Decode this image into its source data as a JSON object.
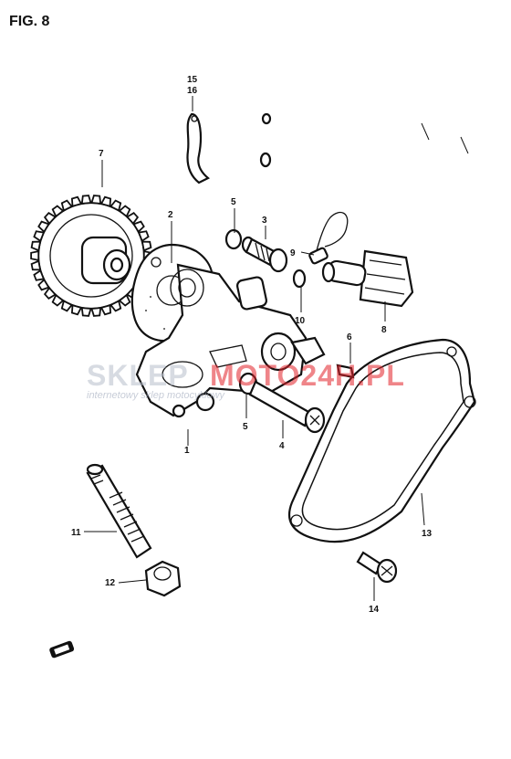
{
  "figure": {
    "title": "FIG. 8"
  },
  "watermark": {
    "brand_left": "SKLEP",
    "brand_right": "MOTO24H.PL",
    "tagline": "internetowy sklep motocyklowy",
    "colors": {
      "gray": "#b8bfcc",
      "red": "#e2222a"
    }
  },
  "callouts": [
    {
      "id": "1",
      "label": "1"
    },
    {
      "id": "2",
      "label": "2"
    },
    {
      "id": "3",
      "label": "3"
    },
    {
      "id": "4",
      "label": "4"
    },
    {
      "id": "5a",
      "label": "5"
    },
    {
      "id": "5b",
      "label": "5"
    },
    {
      "id": "6",
      "label": "6"
    },
    {
      "id": "7",
      "label": "7"
    },
    {
      "id": "8",
      "label": "8"
    },
    {
      "id": "9",
      "label": "9"
    },
    {
      "id": "10",
      "label": "10"
    },
    {
      "id": "11",
      "label": "11"
    },
    {
      "id": "12",
      "label": "12"
    },
    {
      "id": "13",
      "label": "13"
    },
    {
      "id": "14",
      "label": "14"
    },
    {
      "id": "15",
      "label": "15"
    },
    {
      "id": "16",
      "label": "16"
    }
  ]
}
